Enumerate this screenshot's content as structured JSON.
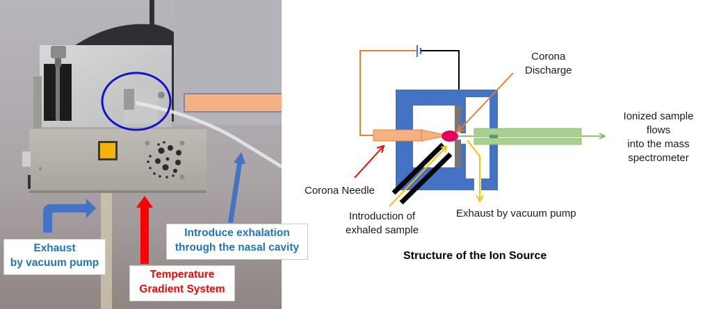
{
  "photo": {
    "labels": {
      "exhaust_line1": "Exhaust",
      "exhaust_line2": "by vacuum pump",
      "temperature_line1": "Temperature",
      "temperature_line2": "Gradient System",
      "introduce_line1": "Introduce exhalation",
      "introduce_line2": "through the nasal cavity"
    },
    "colors": {
      "blue_arrow": "#4472c4",
      "red_arrow": "#ff0000",
      "highlight_circle": "#1010d0",
      "big_arrow": "#f4b183",
      "label_blue_text": "#1f74c1",
      "label_red_text": "#ff0000"
    }
  },
  "diagram": {
    "title": "Structure of the Ion Source",
    "labels": {
      "corona_discharge_line1": "Corona",
      "corona_discharge_line2": "Discharge",
      "ionized_line1": "Ionized sample",
      "ionized_line2": "flows",
      "ionized_line3": "into the mass",
      "ionized_line4": "spectrometer",
      "corona_needle": "Corona Needle",
      "introduction_line1": "Introduction of",
      "introduction_line2": "exhaled sample",
      "exhaust": "Exhaust by vacuum pump"
    },
    "colors": {
      "housing": "#4472c4",
      "needle": "#f4b183",
      "discharge": "#e8005a",
      "tube": "#a9d18e",
      "circuit_wire": "#ed7d31",
      "exhaust_arrow": "#ffc000",
      "output_arrow": "#70ad47",
      "pointer_red": "#ff0000"
    }
  }
}
